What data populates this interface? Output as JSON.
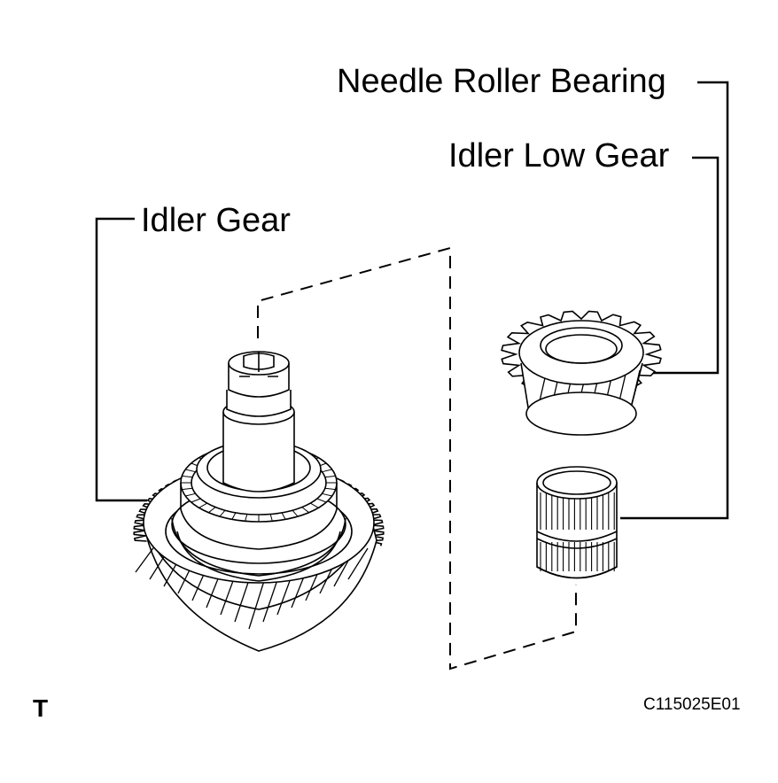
{
  "labels": {
    "needle_roller_bearing": "Needle Roller Bearing",
    "idler_low_gear": "Idler Low Gear",
    "idler_gear": "Idler Gear"
  },
  "footer": {
    "corner_mark": "T",
    "figure_code": "C115025E01"
  },
  "colors": {
    "ink": "#000000",
    "paper": "#ffffff"
  }
}
